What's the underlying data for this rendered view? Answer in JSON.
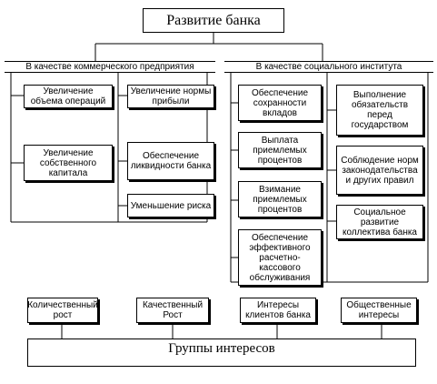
{
  "root": "Развитие банка",
  "branches": {
    "commercial": "В качестве коммерческого предприятия",
    "social": "В качестве социального института"
  },
  "commercial_col1": [
    "Увеличение объема операций",
    "Увеличение собственного капитала"
  ],
  "commercial_col2": [
    "Увеличение нормы прибыли",
    "Обеспечение ликвидности банка",
    "Уменьшение риска"
  ],
  "social_col1": [
    "Обеспечение сохранности вкладов",
    "Выплата приемлемых процентов",
    "Взимание приемлемых процентов",
    "Обеспечение эффективного расчетно-кассового обслуживания"
  ],
  "social_col2": [
    "Выполнение обязательств перед государством",
    "Соблюдение норм законодательства и других правил",
    "Социальное развитие коллектива банка"
  ],
  "interests": [
    "Количественный рост",
    "Качественный Рост",
    "Интересы клиентов банка",
    "Общественные интересы"
  ],
  "groups": "Группы интересов"
}
